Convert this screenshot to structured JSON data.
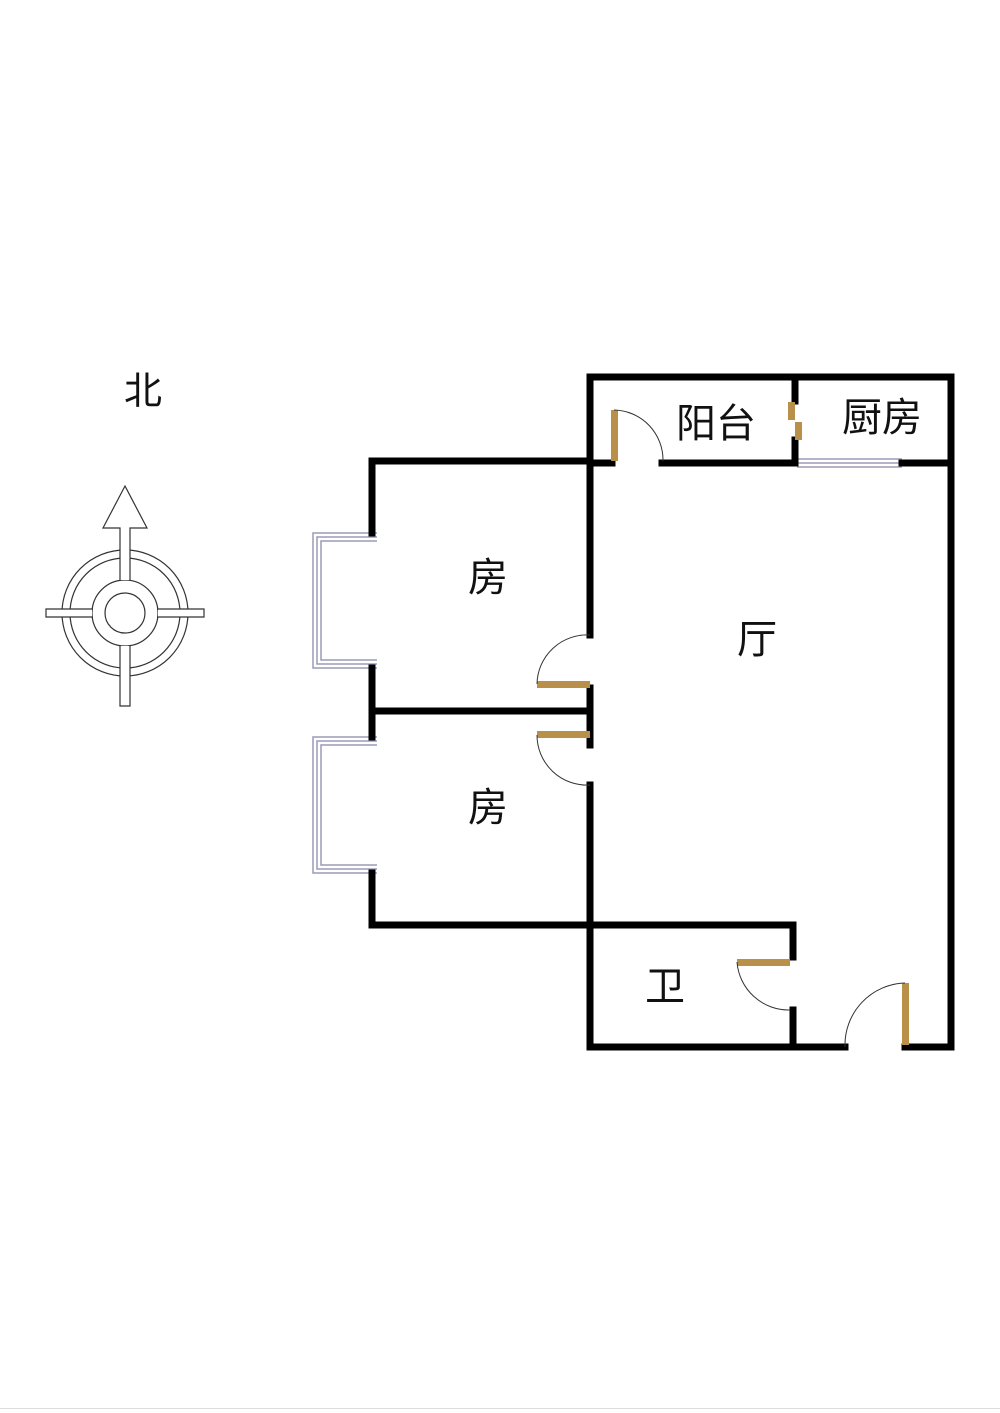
{
  "compass": {
    "label": "北",
    "direction": "north"
  },
  "rooms": [
    {
      "id": "balcony",
      "label": "阳台"
    },
    {
      "id": "kitchen",
      "label": "厨房"
    },
    {
      "id": "bedroom-1",
      "label": "房"
    },
    {
      "id": "living-room",
      "label": "厅"
    },
    {
      "id": "bedroom-2",
      "label": "房"
    },
    {
      "id": "bathroom",
      "label": "卫"
    }
  ],
  "colors": {
    "wall": "#000000",
    "door": "#b8904a",
    "window": "#9a9ab8"
  }
}
